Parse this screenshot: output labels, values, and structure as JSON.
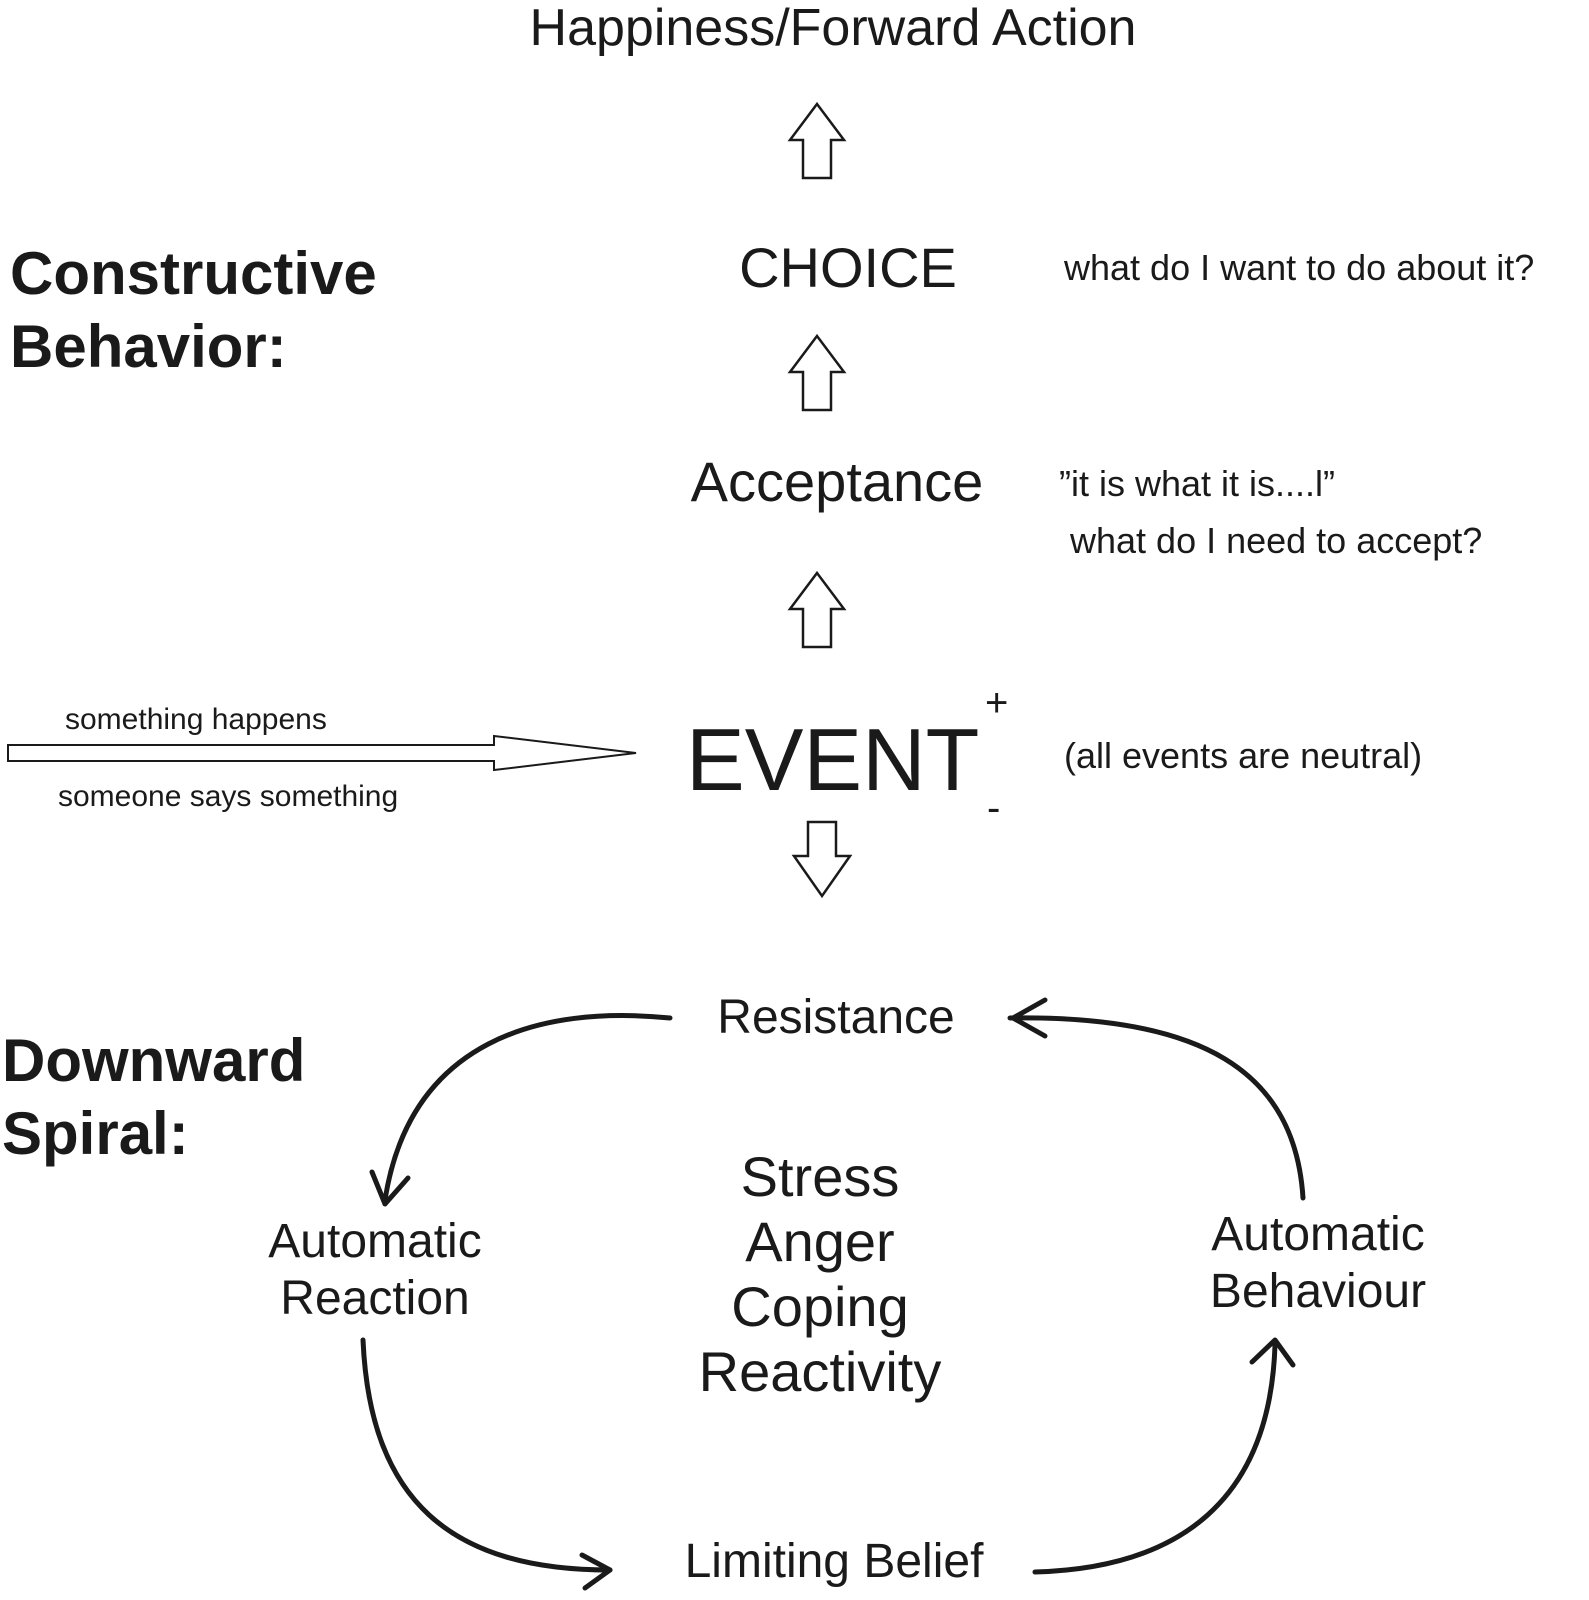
{
  "top": {
    "goal": "Happiness/Forward Action"
  },
  "constructive": {
    "heading": [
      "Constructive",
      "Behavior:"
    ],
    "choice": "CHOICE",
    "choice_note": "what do I want to do about it?",
    "acceptance": "Acceptance",
    "acceptance_note_1": "”it is what it is....l”",
    "acceptance_note_2": "what do I need to accept?"
  },
  "event": {
    "label": "EVENT",
    "plus": "+",
    "minus": "-",
    "note": "(all events are neutral)",
    "trigger_1": "something happens",
    "trigger_2": "someone says something"
  },
  "downward": {
    "heading": [
      "Downward",
      "Spiral:"
    ],
    "resistance": "Resistance",
    "automatic_reaction": [
      "Automatic",
      "Reaction"
    ],
    "automatic_behaviour": [
      "Automatic",
      "Behaviour"
    ],
    "limiting_belief": "Limiting Belief",
    "center_states": [
      "Stress",
      "Anger",
      "Coping",
      "Reactivity"
    ]
  }
}
